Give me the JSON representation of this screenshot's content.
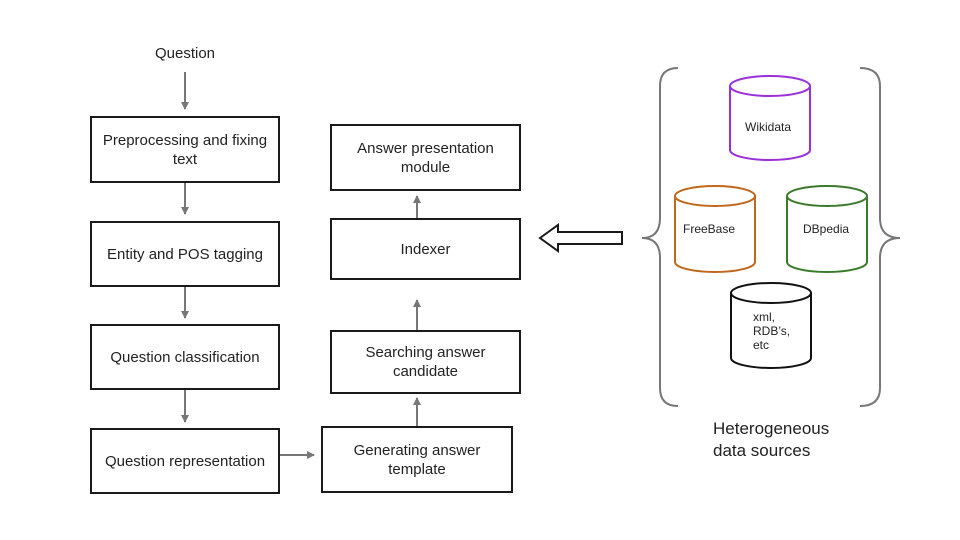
{
  "flow": {
    "question": "Question",
    "preprocessing": "Preprocessing and fixing text",
    "entity_pos": "Entity and POS tagging",
    "classification": "Question classification",
    "representation": "Question representation",
    "generating": "Generating answer template",
    "searching": "Searching answer candidate",
    "indexer": "Indexer",
    "presentation": "Answer presentation module"
  },
  "sources": {
    "caption": "Heterogeneous data sources",
    "databases": [
      {
        "name": "Wikidata",
        "color": "#9b30d9"
      },
      {
        "name": "FreeBase",
        "color": "#c0691c"
      },
      {
        "name": "DBpedia",
        "color": "#3b7a2b"
      },
      {
        "name": "xml, RDB’s, etc",
        "color": "#111111"
      }
    ]
  }
}
